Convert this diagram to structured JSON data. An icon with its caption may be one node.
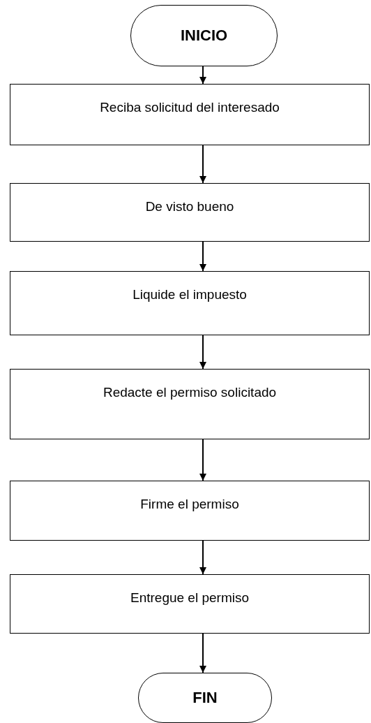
{
  "diagram": {
    "nodes": [
      {
        "text": [
          "INICIO"
        ]
      },
      {
        "text": [
          "Reciba solicitud del interesado"
        ]
      },
      {
        "text": [
          "De visto bueno"
        ]
      },
      {
        "text": [
          "Liquide el impuesto"
        ]
      },
      {
        "text": [
          "Redacte el permiso solicitado"
        ]
      },
      {
        "text": [
          "Firme el permiso"
        ]
      },
      {
        "text": [
          "Entregue el permiso"
        ]
      },
      {
        "text": [
          "FIN"
        ]
      }
    ],
    "edges": [
      {
        "from": 0,
        "to": 1,
        "arrow": "to"
      },
      {
        "from": 1,
        "to": 2,
        "arrow": "to"
      },
      {
        "from": 2,
        "to": 3,
        "arrow": "to"
      },
      {
        "from": 3,
        "to": 4,
        "arrow": "to"
      },
      {
        "from": 4,
        "to": 5,
        "arrow": "to"
      },
      {
        "from": 5,
        "to": 6,
        "arrow": "to"
      },
      {
        "from": 6,
        "to": 7,
        "arrow": "to"
      }
    ]
  }
}
